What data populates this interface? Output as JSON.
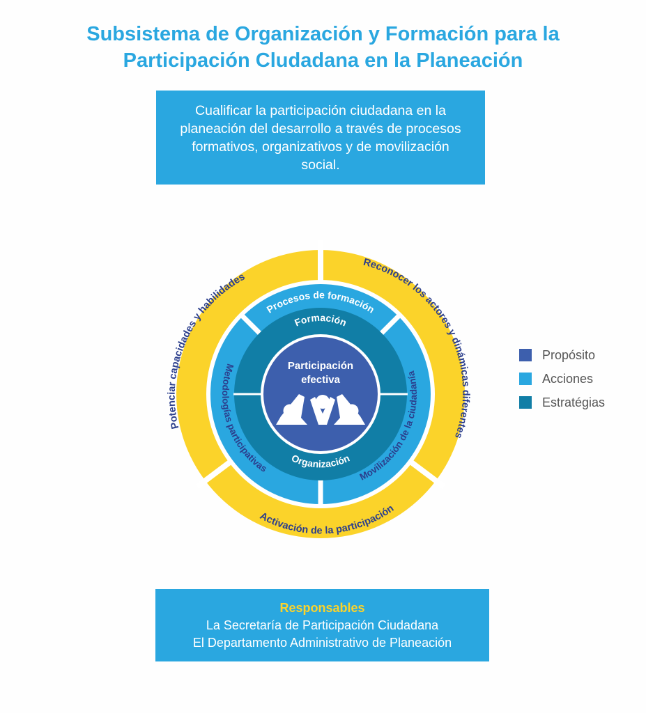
{
  "title": {
    "line1": "Subsistema de Organización y Formación para la",
    "line2": "Participación Cludadana en la Planeación"
  },
  "purpose": {
    "text": "Cualificar la participación ciudadana en la planeación  del desarrollo a través de procesos formativos, organizativos y de movilización social."
  },
  "diagram": {
    "center": {
      "line1": "Participación",
      "line2": "efectiva",
      "icon": "people-raising-hands-icon"
    },
    "inner_ring": {
      "top": "Formación",
      "bottom": "Organización"
    },
    "middle_ring": {
      "top": "Procesos de formación",
      "left": "Metodologías participativas",
      "right": "Movilización de la ciudadanía"
    },
    "outer_ring": {
      "top_left": "Potenciar capacidades y habilidades",
      "top_right": "Reconocer los actores y dinámicas diferentes",
      "bottom": "Activación de la participación"
    }
  },
  "legend": {
    "items": [
      {
        "label": "Propósito",
        "color": "#3d5fad"
      },
      {
        "label": "Acciones",
        "color": "#2aa7e0"
      },
      {
        "label": "Estratégias",
        "color": "#117ea6"
      }
    ]
  },
  "responsables": {
    "heading": "Responsables",
    "line1": "La Secretaría de Participación Ciudadana",
    "line2": "El Departamento Administrativo de Planeación"
  },
  "colors": {
    "title": "#2aa7e0",
    "outer_ring": "#fbd32a",
    "middle_ring": "#2aa7e0",
    "inner_ring": "#117ea6",
    "center": "#3d5fad",
    "ring_text": "#2b3e8c",
    "responsables_heading": "#fbd32a"
  }
}
